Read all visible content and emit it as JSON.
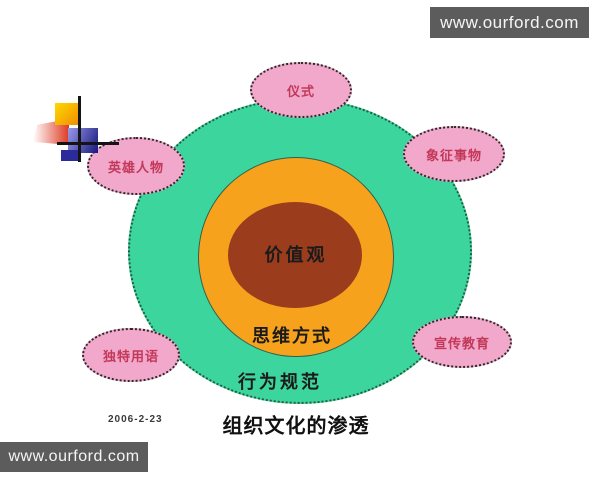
{
  "watermark": {
    "top_label": "www.ourford.com",
    "bottom_label": "www.ourford.com"
  },
  "diagram": {
    "title": "组织文化的渗透",
    "date": "2006-2-23",
    "core_label": "价值观",
    "middle_ring_label": "思维方式",
    "outer_ring_label": "行为规范",
    "satellites": [
      {
        "label": "仪式",
        "position": "top"
      },
      {
        "label": "象征事物",
        "position": "upper-right"
      },
      {
        "label": "宣传教育",
        "position": "lower-right"
      },
      {
        "label": "独特用语",
        "position": "lower-left"
      },
      {
        "label": "英雄人物",
        "position": "upper-left"
      }
    ]
  },
  "colors": {
    "outer-ring": "#3cd59d",
    "middle-ring": "#f6a21c",
    "core": "#9b3d1d",
    "satellite-fill": "#f2a8ca",
    "satellite-text": "#c2385a",
    "watermark-bar": "#5c5c5c",
    "diagram-text": "#1b1b1b"
  }
}
